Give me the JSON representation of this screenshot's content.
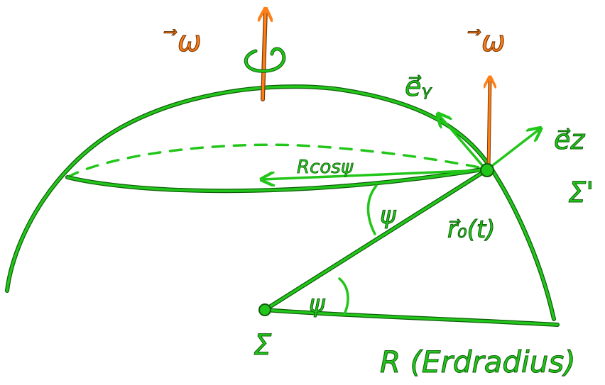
{
  "colors": {
    "background": "#ffffff",
    "stroke": "#22c61a",
    "stroke_dark": "#0f5d0a",
    "accent": "#ff7f17",
    "accent_dark": "#7a3a05"
  },
  "labels": {
    "omega_left": "⃗ω",
    "omega_right": "⃗ω",
    "e_y": "e⃗ᵧ",
    "e_z": "e⃗z",
    "sigma_prime": "Σ'",
    "r_cos_psi": "Rcosψ",
    "psi_inner": "ψ",
    "r0t": "r⃗₀(t)",
    "psi_base": "ψ",
    "sigma": "Σ",
    "earth_radius": "R (Erdradius)"
  }
}
